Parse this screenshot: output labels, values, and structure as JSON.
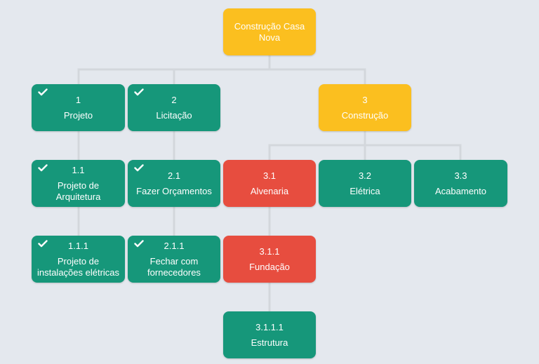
{
  "colors": {
    "background": "#e4e8ee",
    "connector": "#d3d7dc",
    "done": "#16977a",
    "in_progress": "#fbbf1f",
    "blocked": "#e74d3f"
  },
  "root": {
    "label": "Construção Casa Nova",
    "status": "in_progress"
  },
  "nodes": {
    "n1": {
      "number": "1",
      "label": "Projeto",
      "status": "done",
      "checked": true,
      "icon": "check-icon"
    },
    "n2": {
      "number": "2",
      "label": "Licitação",
      "status": "done",
      "checked": true,
      "icon": "check-icon"
    },
    "n3": {
      "number": "3",
      "label": "Construção",
      "status": "in_progress",
      "checked": false
    },
    "n1_1": {
      "number": "1.1",
      "label": "Projeto de Arquitetura",
      "status": "done",
      "checked": true,
      "icon": "check-icon"
    },
    "n2_1": {
      "number": "2.1",
      "label": "Fazer Orçamentos",
      "status": "done",
      "checked": true,
      "icon": "check-icon"
    },
    "n3_1": {
      "number": "3.1",
      "label": "Alvenaria",
      "status": "blocked",
      "checked": false
    },
    "n3_2": {
      "number": "3.2",
      "label": "Elétrica",
      "status": "done",
      "checked": false
    },
    "n3_3": {
      "number": "3.3",
      "label": "Acabamento",
      "status": "done",
      "checked": false
    },
    "n1_1_1": {
      "number": "1.1.1",
      "label": "Projeto de instalações elétricas",
      "status": "done",
      "checked": true,
      "icon": "check-icon"
    },
    "n2_1_1": {
      "number": "2.1.1",
      "label": "Fechar com fornecedores",
      "status": "done",
      "checked": true,
      "icon": "check-icon"
    },
    "n3_1_1": {
      "number": "3.1.1",
      "label": "Fundação",
      "status": "blocked",
      "checked": false
    },
    "n3_1_1_1": {
      "number": "3.1.1.1",
      "label": "Estrutura",
      "status": "done",
      "checked": false
    }
  }
}
